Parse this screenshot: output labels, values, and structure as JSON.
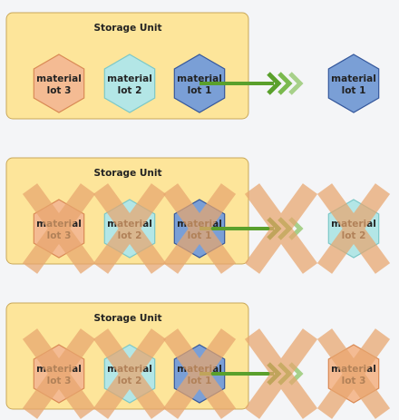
{
  "colors": {
    "background": "#f4f5f7",
    "storage_fill": "#fde59a",
    "storage_stroke": "#c9a85a",
    "orange_fill": "#f4bb93",
    "orange_stroke": "#d98a55",
    "teal_fill": "#b3e6e6",
    "teal_stroke": "#7cc8c8",
    "blue_fill": "#7a9fd6",
    "blue_stroke": "#35589c",
    "arrow": "#5aa02c",
    "arrow_light": "#a7d08a",
    "cross": "#e8a66e"
  },
  "rows": [
    {
      "storage_title": "Storage Unit",
      "lots": [
        {
          "label_line1": "material",
          "label_line2": "lot 3",
          "color": "orange"
        },
        {
          "label_line1": "material",
          "label_line2": "lot 2",
          "color": "teal"
        },
        {
          "label_line1": "material",
          "label_line2": "lot 1",
          "color": "blue"
        }
      ],
      "output": {
        "label_line1": "material",
        "label_line2": "lot 1",
        "color": "blue"
      },
      "crossed": false
    },
    {
      "storage_title": "Storage Unit",
      "lots": [
        {
          "label_line1": "material",
          "label_line2": "lot 3",
          "color": "orange"
        },
        {
          "label_line1": "material",
          "label_line2": "lot 2",
          "color": "teal"
        },
        {
          "label_line1": "material",
          "label_line2": "lot 1",
          "color": "blue"
        }
      ],
      "output": {
        "label_line1": "material",
        "label_line2": "lot 2",
        "color": "teal"
      },
      "crossed": true
    },
    {
      "storage_title": "Storage Unit",
      "lots": [
        {
          "label_line1": "material",
          "label_line2": "lot 3",
          "color": "orange"
        },
        {
          "label_line1": "material",
          "label_line2": "lot 2",
          "color": "teal"
        },
        {
          "label_line1": "material",
          "label_line2": "lot 1",
          "color": "blue"
        }
      ],
      "output": {
        "label_line1": "material",
        "label_line2": "lot 3",
        "color": "orange"
      },
      "crossed": true
    }
  ]
}
